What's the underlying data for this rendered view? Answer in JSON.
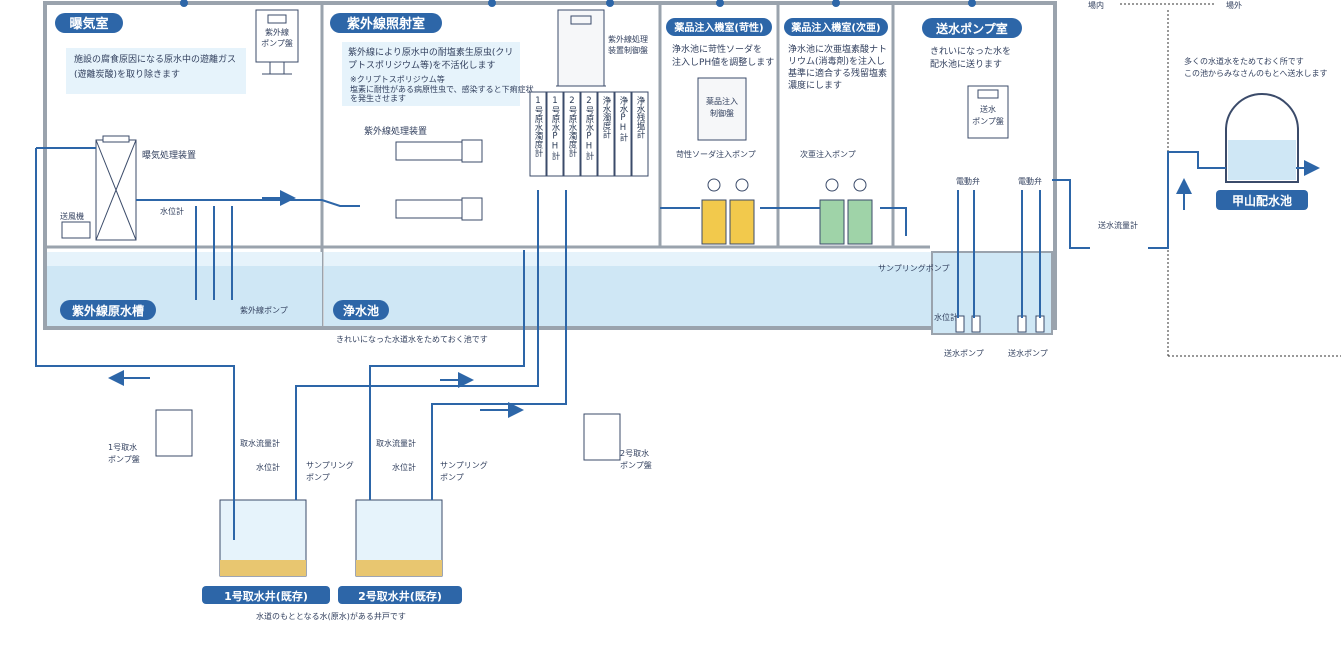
{
  "header": {
    "inside": "場内",
    "outside": "場外"
  },
  "rooms": {
    "aeration": {
      "title": "曝気室",
      "desc1": "施設の腐食原因になる原水中の遊離ガス",
      "desc2": "(遊離炭酸)を取り除きます",
      "device": "曝気処理装置",
      "panel1": "紫外線",
      "panel2": "ポンプ盤",
      "blower": "送風機",
      "level": "水位計"
    },
    "uv": {
      "title": "紫外線照射室",
      "desc1": "紫外線により原水中の耐塩素生原虫(クリ",
      "desc2": "プトスポリジウム等)を不活化します",
      "note1": "※クリプトスポリジウム等",
      "note2": "塩素に耐性がある病原性虫で、感染すると下痢症状",
      "note3": "を発生させます",
      "device": "紫外線処理装置",
      "panel1": "紫外線処理",
      "panel2": "装置制御盤"
    },
    "meters": [
      "1号原水濁度計",
      "1号原水PH計",
      "2号原水濁度計",
      "2号原水PH計",
      "浄水濁度計",
      "浄水PH計",
      "浄水残塩計"
    ],
    "chem1": {
      "title": "薬品注入機室(苛性)",
      "desc1": "浄水池に苛性ソーダを",
      "desc2": "注入しPH値を調整します",
      "panel1": "薬品注入",
      "panel2": "制御盤",
      "pump": "苛性ソーダ注入ポンプ"
    },
    "chem2": {
      "title": "薬品注入機室(次亜)",
      "desc1": "浄水池に次亜塩素酸ナト",
      "desc2": "リウム(消毒剤)を注入し",
      "desc3": "基準に適合する残留塩素",
      "desc4": "濃度にします",
      "pump": "次亜注入ポンプ"
    },
    "pumproom": {
      "title": "送水ポンプ室",
      "desc1": "きれいになった水を",
      "desc2": "配水池に送ります",
      "panel1": "送水",
      "panel2": "ポンプ盤",
      "valve1": "電動弁",
      "valve2": "電動弁"
    }
  },
  "tanks": {
    "raw": "紫外線原水槽",
    "rawPump": "紫外線ポンプ",
    "clean": "浄水池",
    "cleanDesc": "きれいになった水道水をためておく池です",
    "sampling": "サンプリングポンプ",
    "level": "水位計",
    "sendPump1": "送水ポンプ",
    "sendPump2": "送水ポンプ"
  },
  "outside": {
    "flowmeter": "送水流量計",
    "reservoir": "甲山配水池",
    "desc1": "多くの水道水をためておく所です",
    "desc2": "この池からみなさんのもとへ送水します"
  },
  "wells": {
    "well1": "1号取水井(既存)",
    "well2": "2号取水井(既存)",
    "desc": "水道のもととなる水(原水)がある井戸です",
    "panel1a": "1号取水",
    "panel1b": "ポンプ盤",
    "panel2a": "2号取水",
    "panel2b": "ポンプ盤",
    "flow1": "取水流量計",
    "flow2": "取水流量計",
    "level1": "水位計",
    "level2": "水位計",
    "sampling1a": "サンプリング",
    "sampling1b": "ポンプ",
    "sampling2a": "サンプリング",
    "sampling2b": "ポンプ"
  },
  "colors": {
    "pipe": "#2d66a8",
    "water": "#bfe0f2",
    "caustic": "#f2c94c",
    "hypo": "#9fd3a8",
    "wall": "#9aa3ad",
    "pill": "#2d66a8"
  }
}
